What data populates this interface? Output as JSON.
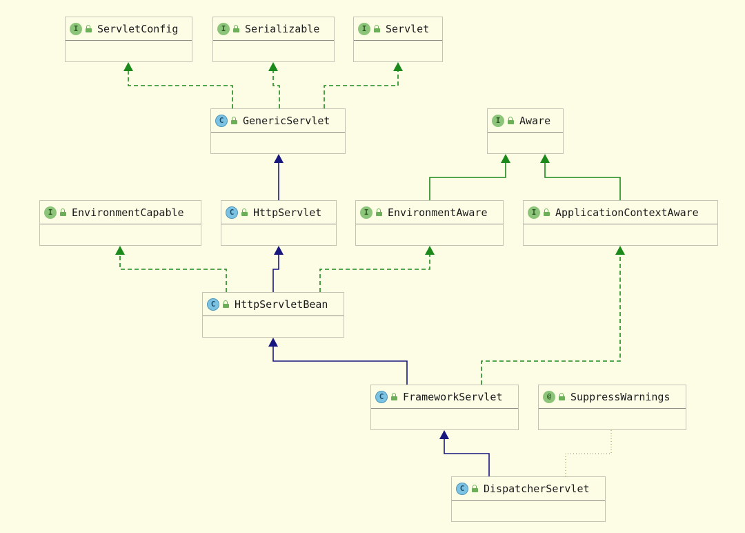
{
  "colors": {
    "background": "#fdfde6",
    "implements_edge": "#1b8a1b",
    "extends_edge": "#17177f",
    "annotation_edge": "#b9b86a",
    "interface_badge": "#8cc57a",
    "class_badge": "#7cc3e3"
  },
  "nodes": [
    {
      "id": "servlet-config",
      "kind": "interface",
      "badge": "I",
      "icon": "unlocked-icon",
      "label": "ServletConfig"
    },
    {
      "id": "serializable",
      "kind": "interface",
      "badge": "I",
      "icon": "unlocked-icon",
      "label": "Serializable"
    },
    {
      "id": "servlet",
      "kind": "interface",
      "badge": "I",
      "icon": "unlocked-icon",
      "label": "Servlet"
    },
    {
      "id": "generic-servlet",
      "kind": "class",
      "badge": "C",
      "icon": "unlocked-icon",
      "label": "GenericServlet"
    },
    {
      "id": "aware",
      "kind": "interface",
      "badge": "I",
      "icon": "unlocked-icon",
      "label": "Aware"
    },
    {
      "id": "environment-capable",
      "kind": "interface",
      "badge": "I",
      "icon": "unlocked-icon",
      "label": "EnvironmentCapable"
    },
    {
      "id": "http-servlet",
      "kind": "class",
      "badge": "C",
      "icon": "unlocked-icon",
      "label": "HttpServlet"
    },
    {
      "id": "environment-aware",
      "kind": "interface",
      "badge": "I",
      "icon": "unlocked-icon",
      "label": "EnvironmentAware"
    },
    {
      "id": "application-context-aware",
      "kind": "interface",
      "badge": "I",
      "icon": "unlocked-icon",
      "label": "ApplicationContextAware"
    },
    {
      "id": "http-servlet-bean",
      "kind": "class",
      "badge": "C",
      "icon": "unlocked-icon",
      "label": "HttpServletBean"
    },
    {
      "id": "framework-servlet",
      "kind": "class",
      "badge": "C",
      "icon": "unlocked-icon",
      "label": "FrameworkServlet"
    },
    {
      "id": "suppress-warnings",
      "kind": "annotation",
      "badge": "@",
      "icon": "unlocked-icon",
      "label": "SuppressWarnings"
    },
    {
      "id": "dispatcher-servlet",
      "kind": "class",
      "badge": "C",
      "icon": "unlocked-icon",
      "label": "DispatcherServlet"
    }
  ],
  "edges": [
    {
      "from": "generic-servlet",
      "to": "servlet-config",
      "type": "implements"
    },
    {
      "from": "generic-servlet",
      "to": "serializable",
      "type": "implements"
    },
    {
      "from": "generic-servlet",
      "to": "servlet",
      "type": "implements"
    },
    {
      "from": "http-servlet",
      "to": "generic-servlet",
      "type": "extends"
    },
    {
      "from": "environment-aware",
      "to": "aware",
      "type": "extends-interface"
    },
    {
      "from": "application-context-aware",
      "to": "aware",
      "type": "extends-interface"
    },
    {
      "from": "http-servlet-bean",
      "to": "environment-capable",
      "type": "implements"
    },
    {
      "from": "http-servlet-bean",
      "to": "http-servlet",
      "type": "extends"
    },
    {
      "from": "http-servlet-bean",
      "to": "environment-aware",
      "type": "implements"
    },
    {
      "from": "framework-servlet",
      "to": "http-servlet-bean",
      "type": "extends"
    },
    {
      "from": "framework-servlet",
      "to": "application-context-aware",
      "type": "implements"
    },
    {
      "from": "dispatcher-servlet",
      "to": "framework-servlet",
      "type": "extends"
    },
    {
      "from": "dispatcher-servlet",
      "to": "suppress-warnings",
      "type": "annotated-with"
    }
  ]
}
